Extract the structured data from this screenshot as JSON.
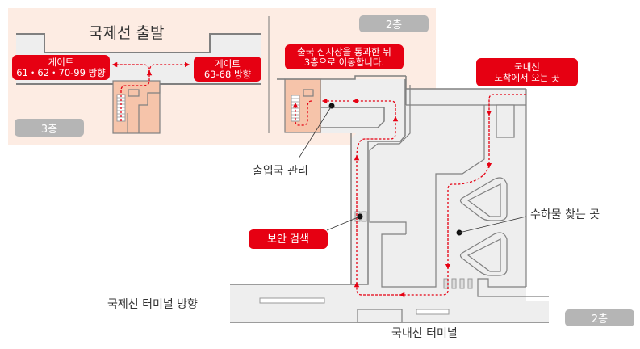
{
  "title": "국제선 출발",
  "floor_3_label": "3층",
  "floor_2_label_inset": "2층",
  "floor_2_label_main": "2층",
  "badges": {
    "gate_left": [
      "게이트",
      "61・62・70-99 방향"
    ],
    "gate_right": [
      "게이트",
      "63-68 방향"
    ],
    "after_emigration": [
      "출국 심사장을 통과한 뒤",
      "3층으로 이동합니다."
    ],
    "domestic_arrival": [
      "국내선",
      "도착에서 오는 곳"
    ],
    "security_check": "보안 검색"
  },
  "labels": {
    "immigration_control": "출입국 관리",
    "baggage_claim": "수하물 찾는 곳",
    "international_terminal_direction": "국제선 터미널 방향",
    "domestic_terminal": "국내선 터미널"
  },
  "colors": {
    "inset_background": "#fdece3",
    "elevator_area": "#f6c4aa",
    "floor": "#eeeeee",
    "wall": "#808080",
    "route": "#e60012",
    "floor_badge": "#b5b5b5"
  }
}
